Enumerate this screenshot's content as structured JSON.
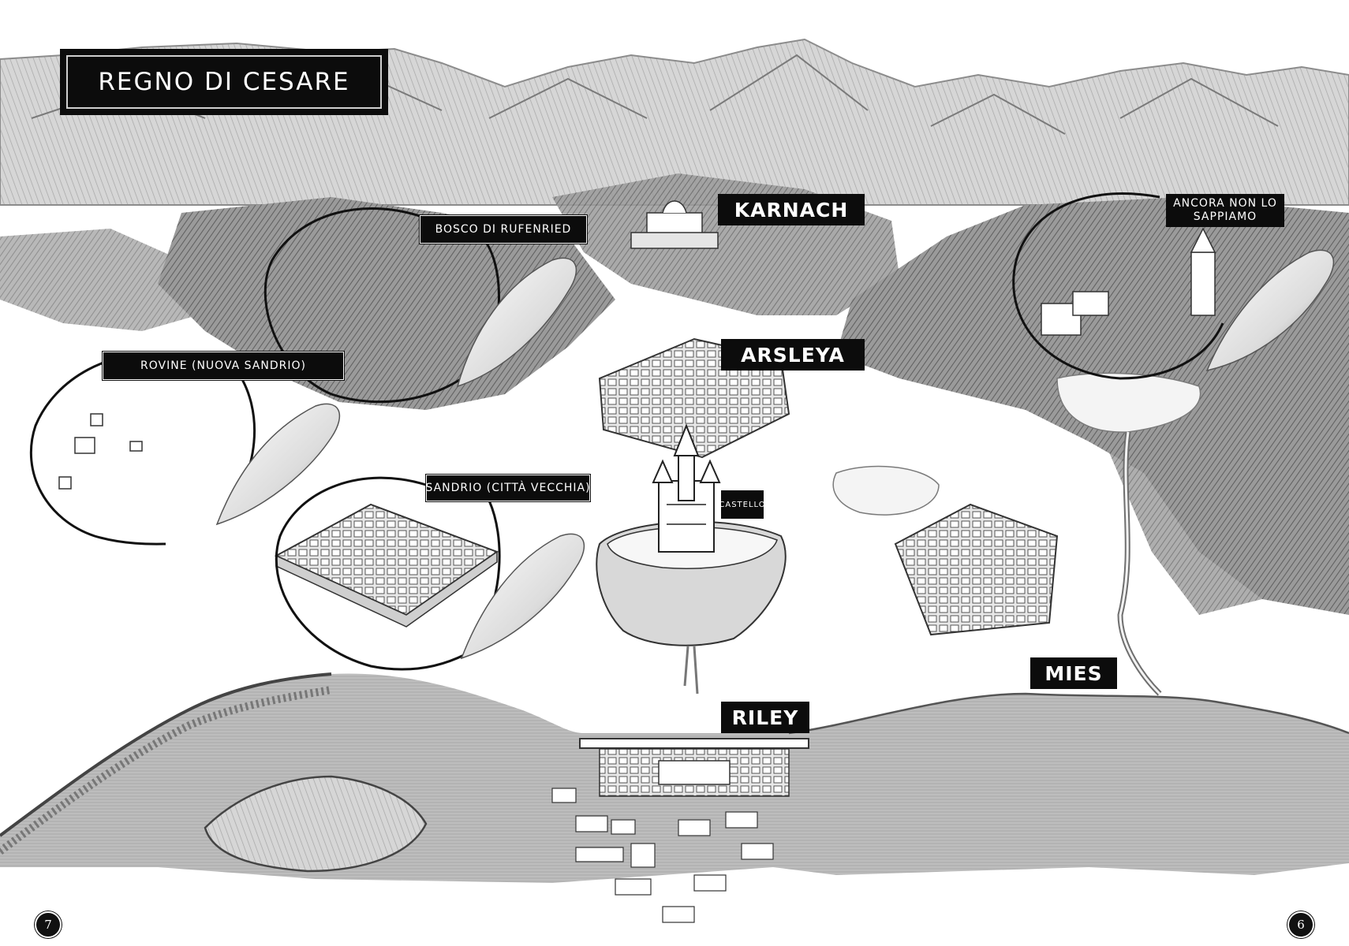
{
  "map": {
    "title": "REGNO DI CESARE",
    "labels": {
      "karnach": "KARNACH",
      "bosco": "BOSCO DI RUFENRIED",
      "ancora": "ANCORA NON LO SAPPIAMO",
      "rovine": "ROVINE (NUOVA SANDRIO)",
      "arsleya": "ARSLEYA",
      "sandrio": "SANDRIO (CITTÀ VECCHIA)",
      "castello": "CASTELLO",
      "mies": "MIES",
      "riley": "RILEY"
    },
    "page_numbers": {
      "left": "7",
      "right": "6"
    },
    "colors": {
      "ink": "#0c0c0c",
      "paper": "#ffffff",
      "forest": "#8a8a8a",
      "sea": "#b9b9b9"
    }
  }
}
